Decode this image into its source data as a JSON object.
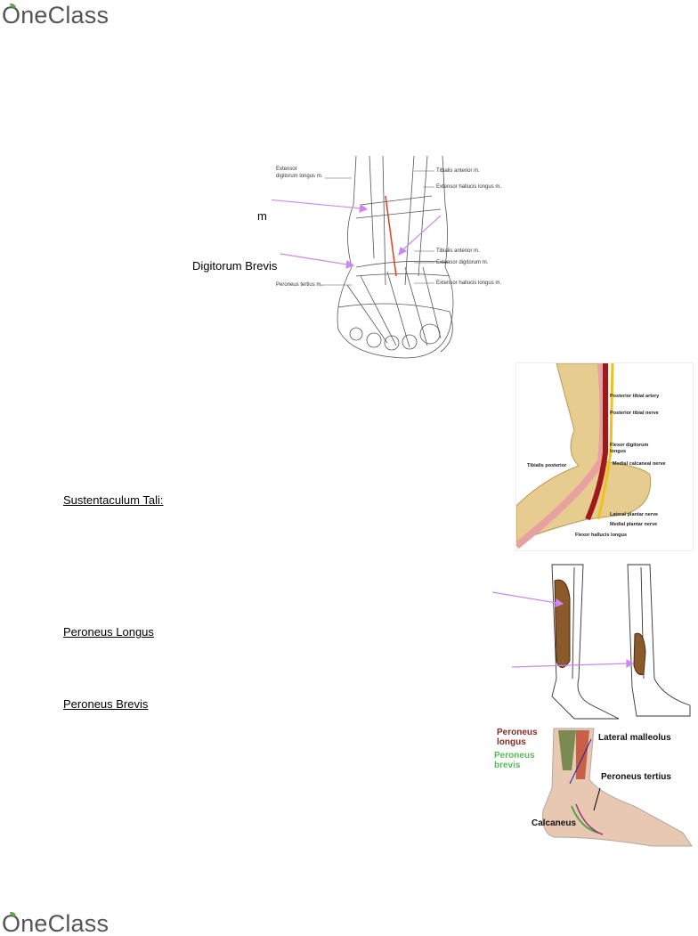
{
  "header": {
    "logo": "OneClass"
  },
  "footer": {
    "logo": "OneClass"
  },
  "notes": {
    "m": "m",
    "digitorum_brevis": "Digitorum Brevis",
    "sustentaculum_tali": "Sustentaculum Tali:",
    "peroneus_longus": "Peroneus Longus",
    "peroneus_brevis": "Peroneus Brevis"
  },
  "figure1": {
    "labels": [
      "Extensor",
      "digitorum longus m.",
      "Tibialis anterior m.",
      "Extensor hallucis longus m.",
      "Tibialis anterior m.",
      "Extensor digitorum m.",
      "Extensor hallucis longus m.",
      "Peroneus tertius m."
    ]
  },
  "figure2": {
    "labels": [
      "Posterior tibial artery",
      "Posterior tibial nerve",
      "Flexor digitorum",
      "longus",
      "Tibialis posterior",
      "Medial calcaneal nerve",
      "Lateral plantar nerve",
      "Medial plantar nerve",
      "Flexor hallucis longus"
    ]
  },
  "figure4": {
    "labels": [
      "Peroneus",
      "longus",
      "Peroneus",
      "brevis",
      "Lateral malleolus",
      "Peroneus tertius",
      "Calcaneus"
    ]
  },
  "colors": {
    "arrow": "#cc88ee",
    "logo_leaf": "#5aa84a",
    "peroneus_longus_label": "#8b2a1e",
    "peroneus_brevis_label": "#5cb85c"
  }
}
